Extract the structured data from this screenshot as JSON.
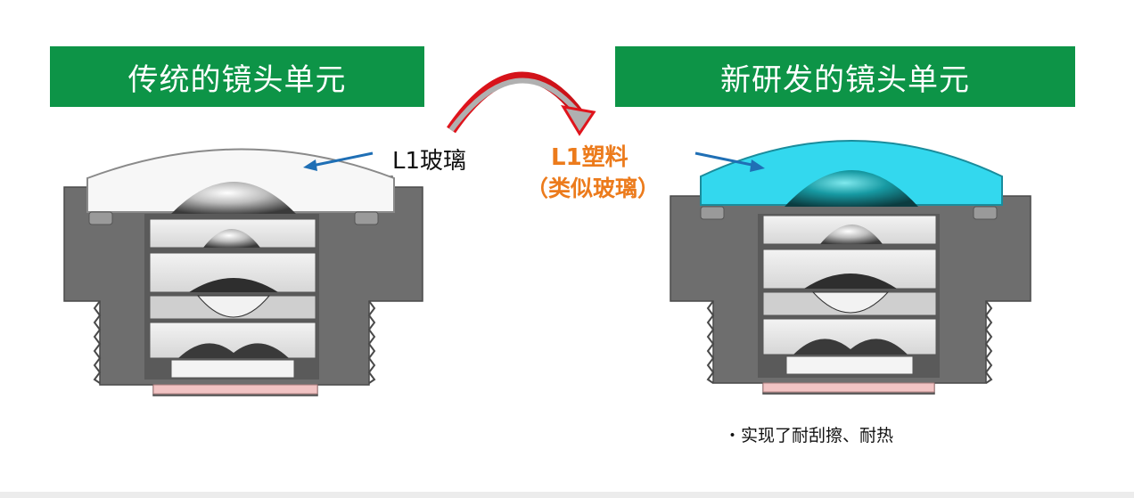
{
  "banners": {
    "left_title": "传统的镜头单元",
    "right_title": "新研发的镜头单元"
  },
  "labels": {
    "glass": "L1玻璃",
    "plastic": "L1塑料",
    "plastic_note": "（类似玻璃）",
    "feature": "・实现了耐刮擦、耐热"
  },
  "colors": {
    "banner_green": "#0d9447",
    "plastic_cyan": "#33d8ee",
    "accent_orange": "#ec7b1c",
    "arrow_red": "#e0141c",
    "pointer_blue": "#1f6fb5",
    "housing_gray": "#6e6e6e",
    "sensor_pink": "#f2c4c4"
  }
}
